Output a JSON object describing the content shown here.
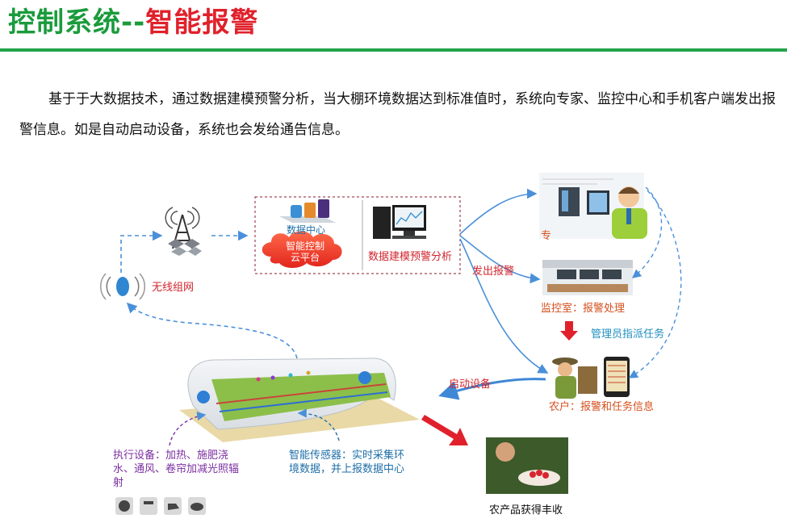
{
  "title": {
    "part1": "控制系统--",
    "part2": "智能报警"
  },
  "intro": "基于于大数据技术，通过数据建模预警分析，当大棚环境数据达到标准值时，系统向专家、监控中心和手机客户端发出报警信息。如是自动启动设备，系统也会发给通告信息。",
  "diagram": {
    "wireless_label": "无线组网",
    "data_center_label": "数据中心",
    "cloud_label": "智能控制\n云平台",
    "modeling_label": "数据建模预警分析",
    "expert_label": "专",
    "send_alarm_label": "发出报警",
    "monitor_label": "监控室：报警处理",
    "admin_label": "管理员指派任务",
    "start_device_label": "启动设备",
    "farmer_label": "农户：报警和任务信息",
    "actuator_label": "执行设备：加热、施肥浇水、通风、卷帘加减光照辐射",
    "sensor_label": "智能传感器：实时采集环境数据，并上报数据中心",
    "harvest_label": "农产品获得丰收"
  },
  "colors": {
    "title_green": "#1a9b3c",
    "title_red": "#e0212b",
    "rule_green": "#22a34a",
    "arrow_blue": "#4a90d9",
    "alarm_red": "#d0262e"
  }
}
